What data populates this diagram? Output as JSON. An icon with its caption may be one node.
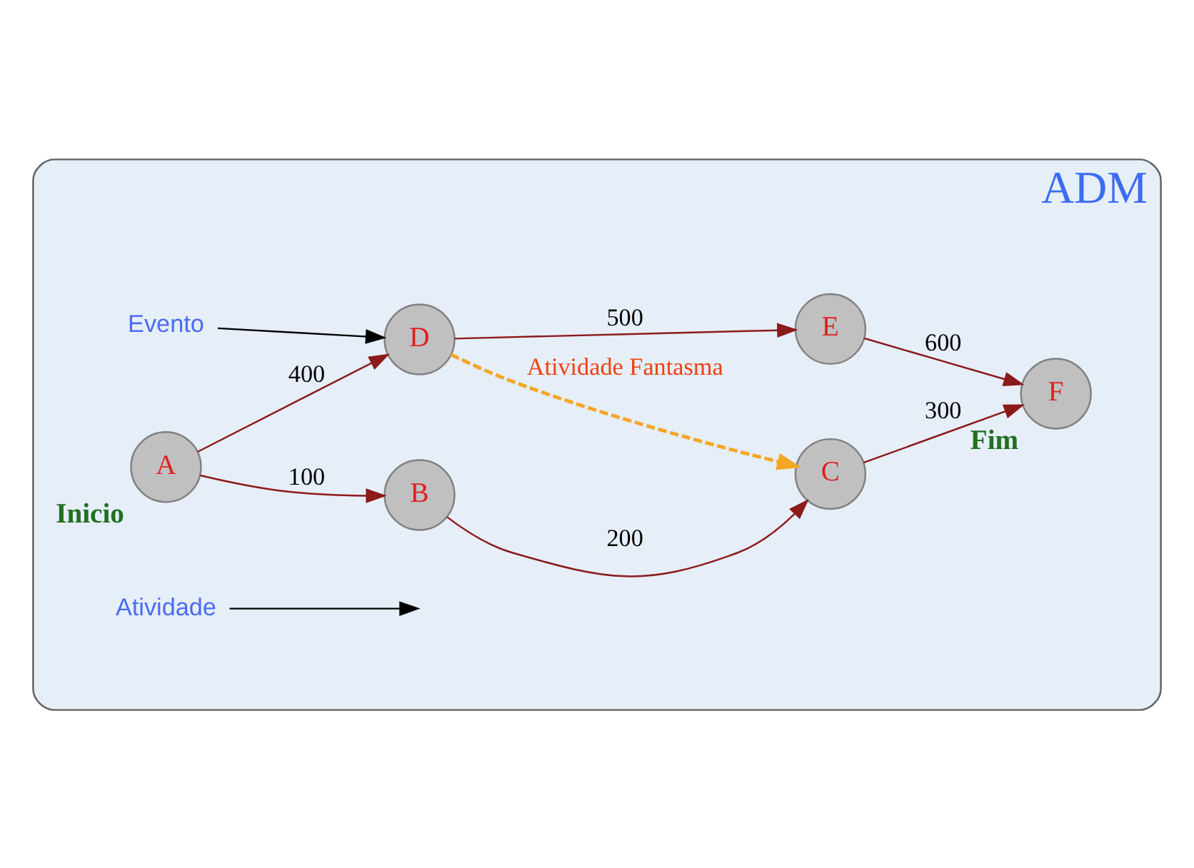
{
  "diagram": {
    "nodes": [
      {
        "text": [
          "ADM"
        ]
      },
      {
        "text": [
          "A"
        ],
        "in": 0,
        "beside": [
          "Inicio"
        ]
      },
      {
        "text": [
          "B"
        ],
        "in": 0
      },
      {
        "text": [
          "C"
        ],
        "in": 0
      },
      {
        "text": [
          "D"
        ],
        "in": 0
      },
      {
        "text": [
          "E"
        ],
        "in": 0
      },
      {
        "text": [
          "F"
        ],
        "in": 0,
        "beside": [
          "Fim"
        ]
      },
      {
        "text": [
          "Atividade"
        ],
        "in": 0
      },
      {
        "text": [
          "Evento"
        ],
        "in": 0
      }
    ],
    "edges": [
      {
        "from": 1,
        "to": 2,
        "arrow": "to",
        "label": "100"
      },
      {
        "from": 2,
        "to": 3,
        "arrow": "to",
        "label": "200"
      },
      {
        "from": 3,
        "to": 6,
        "arrow": "to",
        "label": "300"
      },
      {
        "from": 1,
        "to": 4,
        "arrow": "to",
        "label": "400"
      },
      {
        "from": 4,
        "to": 5,
        "arrow": "to",
        "label": "500"
      },
      {
        "from": 5,
        "to": 6,
        "arrow": "to",
        "label": "600"
      },
      {
        "from": 4,
        "to": 3,
        "arrow": "to",
        "label": "Atividade Fantasma",
        "style": "dashed",
        "color": "#f5a623"
      },
      {
        "from": 7,
        "to": null,
        "arrow": "to",
        "color": "#000000"
      },
      {
        "from": 8,
        "to": 4,
        "arrow": "to",
        "color": "#000000"
      }
    ]
  }
}
